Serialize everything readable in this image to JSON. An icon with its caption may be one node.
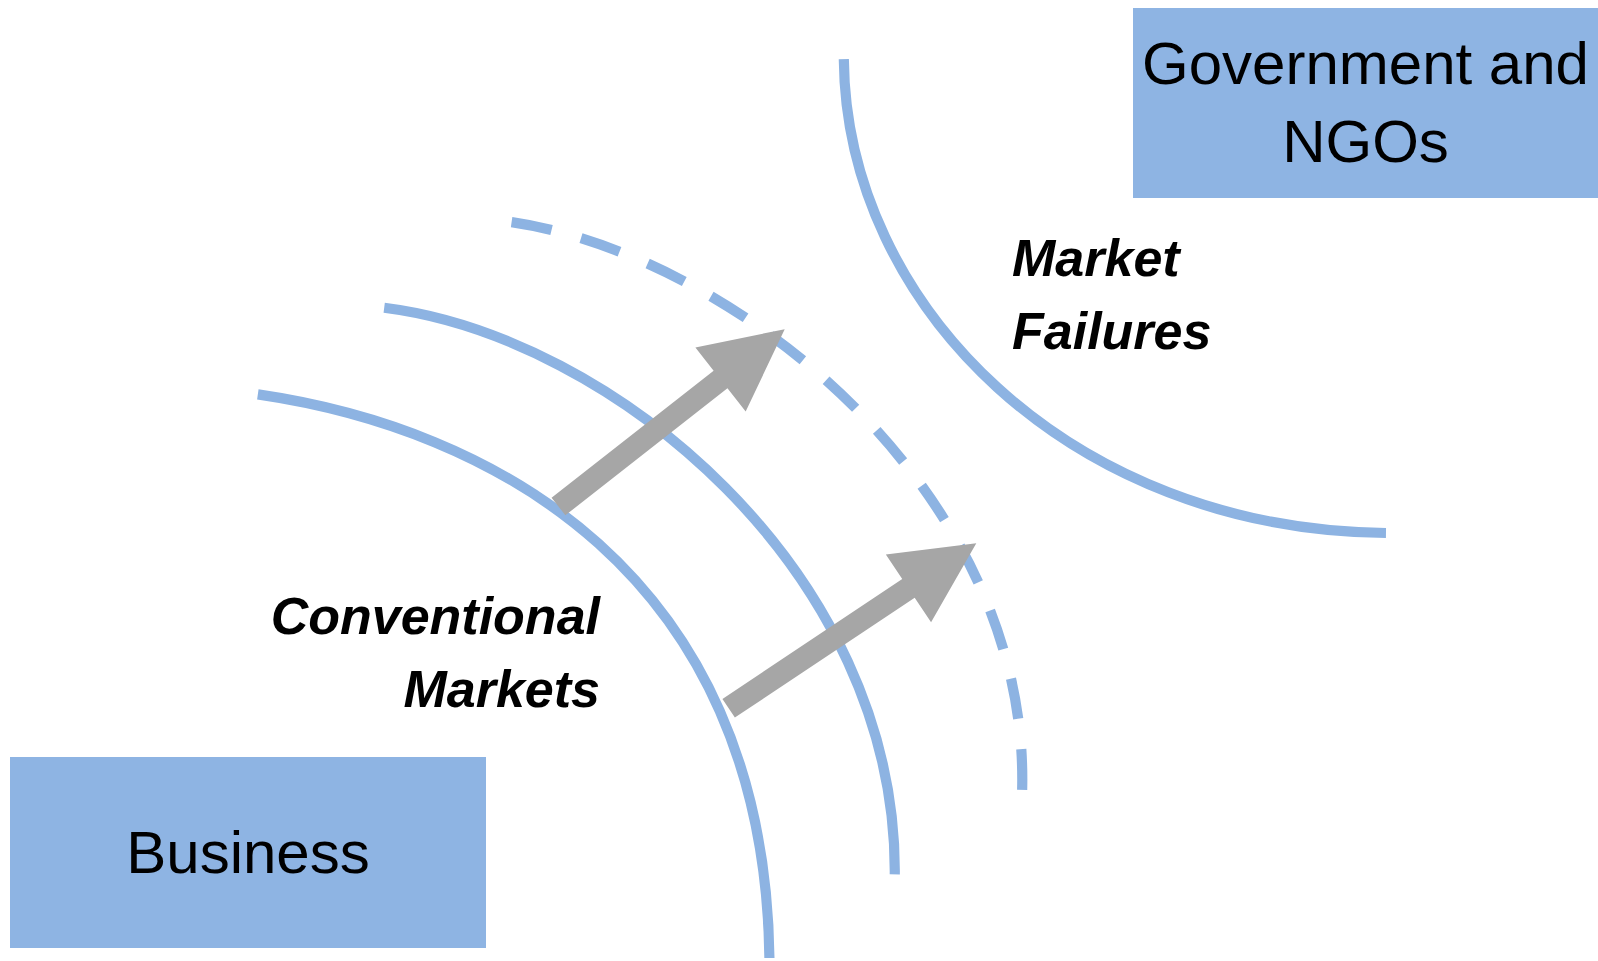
{
  "diagram": {
    "nodes": [
      {
        "text": [
          "Government and NGOs"
        ]
      },
      {
        "text": [
          "Business"
        ]
      }
    ],
    "edges": [],
    "labels": [
      "Market Failures",
      "Conventional Markets"
    ]
  }
}
